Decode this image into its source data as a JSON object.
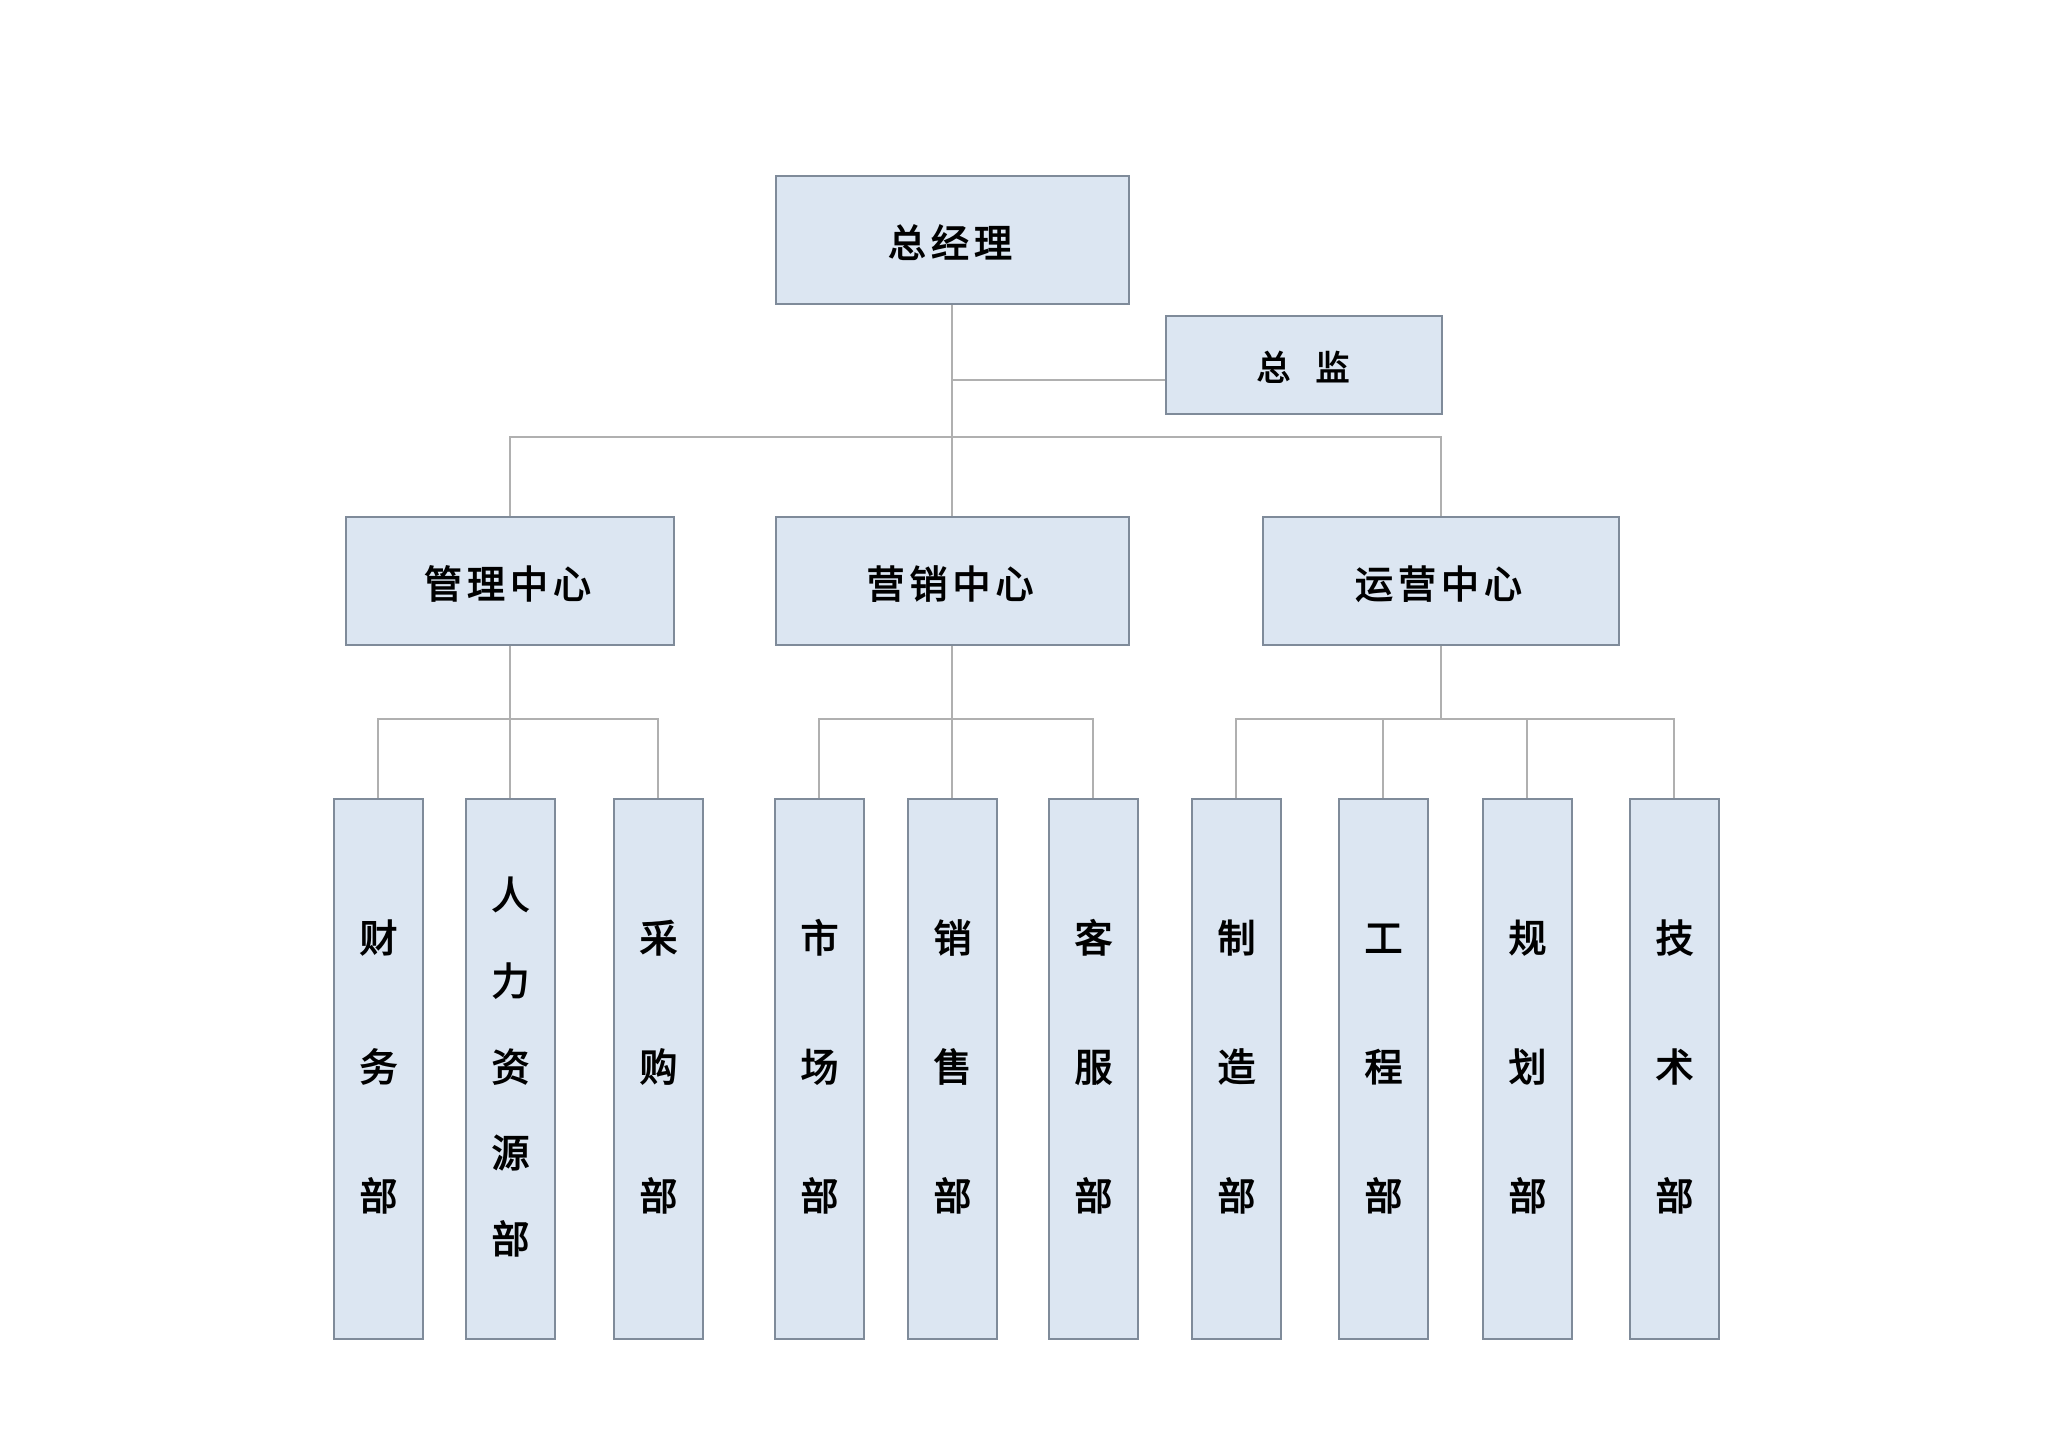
{
  "chart": {
    "root": {
      "label": "总经理"
    },
    "director": {
      "label": "总  监"
    },
    "centers": [
      {
        "label": "管理中心",
        "departments": [
          {
            "label": "财务部"
          },
          {
            "label": "人力资源部"
          },
          {
            "label": "采购部"
          }
        ]
      },
      {
        "label": "营销中心",
        "departments": [
          {
            "label": "市场部"
          },
          {
            "label": "销售部"
          },
          {
            "label": "客服部"
          }
        ]
      },
      {
        "label": "运营中心",
        "departments": [
          {
            "label": "制造部"
          },
          {
            "label": "工程部"
          },
          {
            "label": "规划部"
          },
          {
            "label": "技术部"
          }
        ]
      }
    ],
    "colors": {
      "background": "#ffffff",
      "box_fill": "#dce6f2",
      "box_border": "#7f8b9a",
      "line": "#b0b0b0",
      "text": "#000000"
    }
  }
}
